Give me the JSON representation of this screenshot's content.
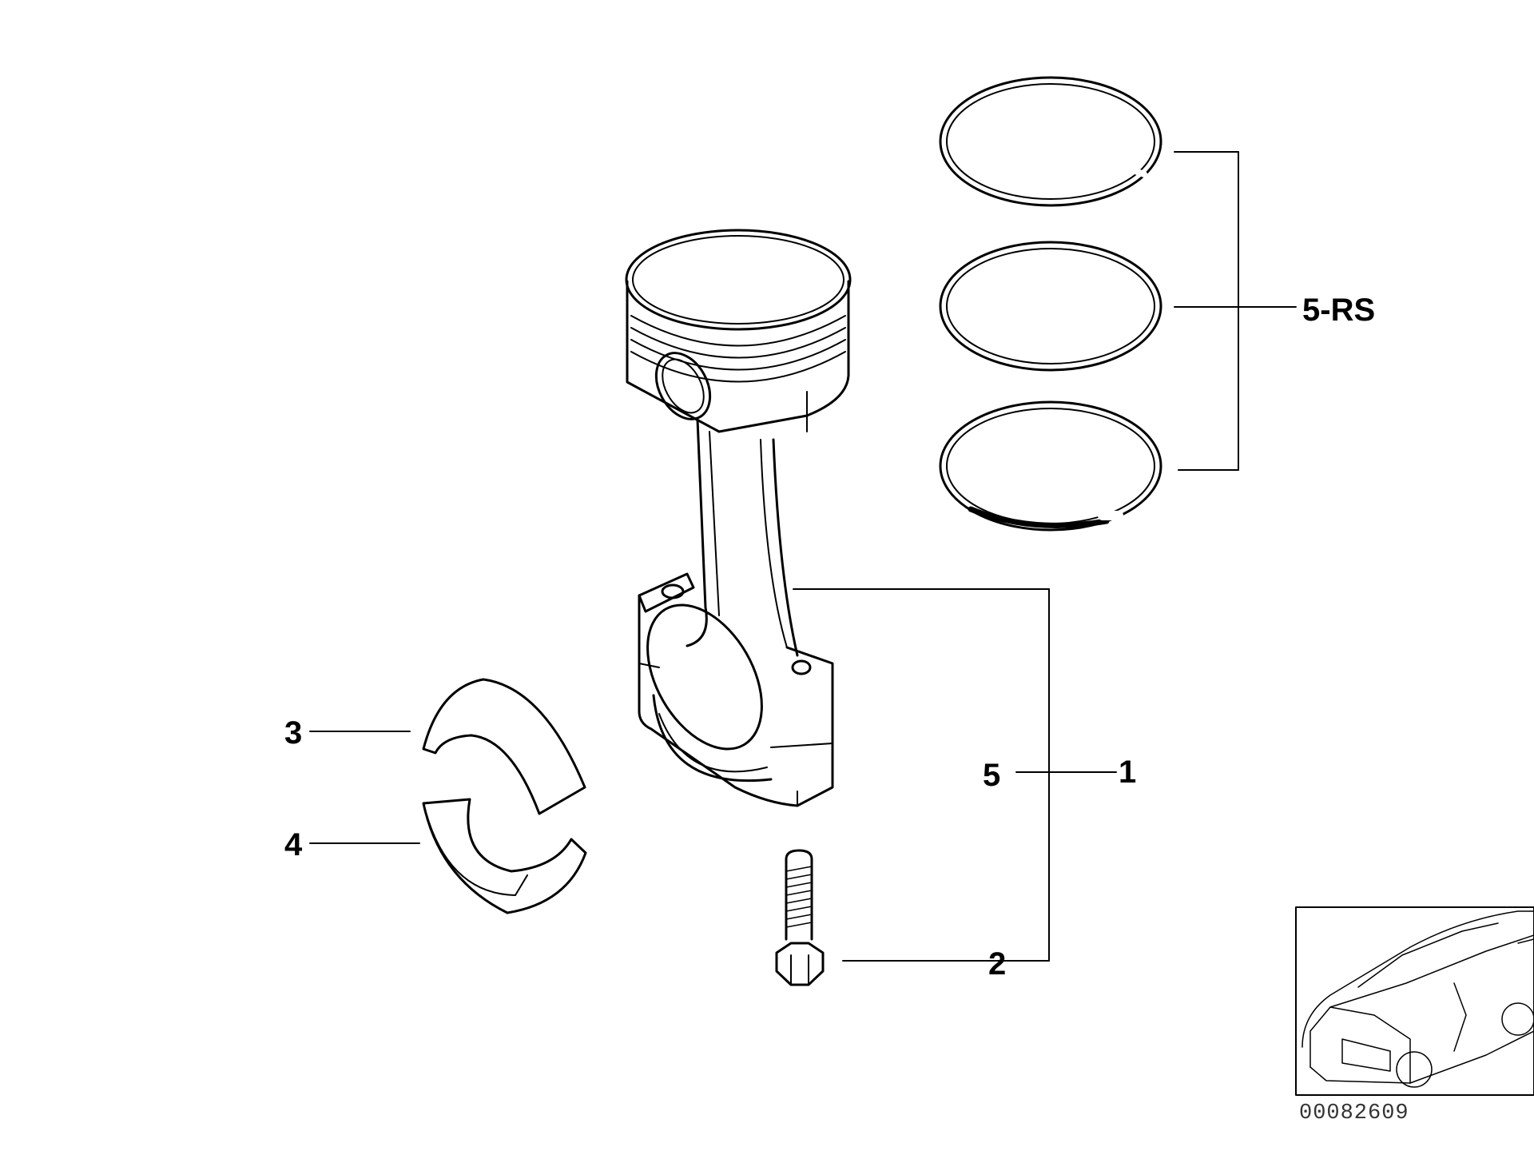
{
  "callouts": {
    "ring_set": "5-RS",
    "conrod_assembly": "1",
    "bolt": "2",
    "bearing_upper": "3",
    "bearing_lower": "4",
    "kit": "5"
  },
  "document_number": "00082609",
  "colors": {
    "line": "#000000",
    "background": "#ffffff"
  }
}
